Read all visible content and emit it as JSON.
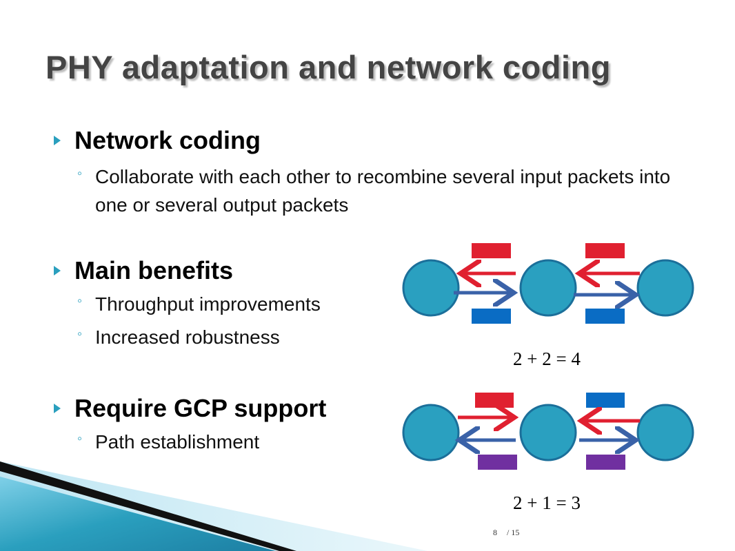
{
  "slide": {
    "title": "PHY adaptation and network coding",
    "sections": [
      {
        "heading": "Network coding",
        "items": [
          "Collaborate with each other to recombine several input packets into one or several output packets"
        ]
      },
      {
        "heading": "Main benefits",
        "items": [
          "Throughput improvements",
          "Increased robustness"
        ]
      },
      {
        "heading": "Require GCP support",
        "items": [
          "Path establishment"
        ]
      }
    ],
    "diagrams": [
      {
        "equation": "2 + 2 = 4"
      },
      {
        "equation": "2 + 1 = 3"
      }
    ],
    "page": {
      "current": "8",
      "total": "/ 15"
    }
  },
  "colors": {
    "accent": "#2a9fbe",
    "node_fill": "#2aa0c0",
    "node_stroke": "#1b6f9a",
    "red": "#e02030",
    "blue": "#0a6cc4",
    "arrow_blue": "#3a62a8",
    "purple": "#7030a0"
  },
  "icons": {
    "bullet": "triangle-right-icon",
    "sub_bullet": "ring-bullet-icon"
  }
}
